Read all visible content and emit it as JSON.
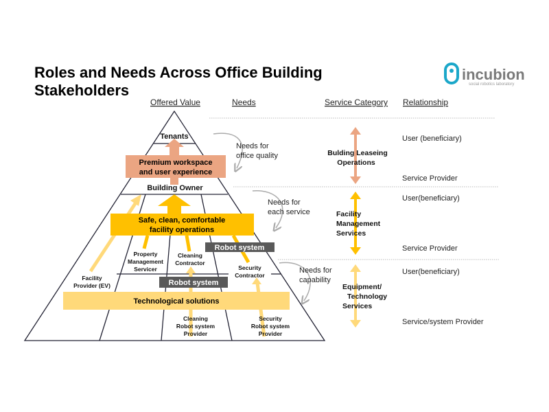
{
  "title": [
    "Roles and Needs Across Office Building",
    "Stakeholders"
  ],
  "logo": {
    "name": "incubion",
    "tagline": "social robotics laboratory"
  },
  "headers": {
    "offered_value": "Offered Value",
    "needs": "Needs",
    "service_category": "Service Category",
    "relationship": "Relationship"
  },
  "pyramid": {
    "tenants": "Tenants",
    "premium": [
      "Premium workspace",
      "and user experience"
    ],
    "building_owner": "Building Owner",
    "safe": [
      "Safe, clean, comfortable",
      "facility operations"
    ],
    "robot_system_top": "Robot system",
    "robot_system_bottom": "Robot system",
    "property": [
      "Property",
      "Management",
      "Servicer"
    ],
    "cleaning_contractor": [
      "Cleaning",
      "Contractor"
    ],
    "security_contractor": [
      "Security",
      "Contractor"
    ],
    "facility_provider": [
      "Facility",
      "Provider (EV)"
    ],
    "tech": "Technological solutions",
    "cleaning_provider": [
      "Cleaning",
      "Robot system",
      "Provider"
    ],
    "security_provider": [
      "Security",
      "Robot system",
      "Provider"
    ]
  },
  "needs": {
    "office_quality": [
      "Needs for",
      "office quality"
    ],
    "each_service": [
      "Needs for",
      "each service"
    ],
    "capability": [
      "Needs for",
      "capability"
    ]
  },
  "categories": [
    {
      "label": [
        "Bulding Leaseing",
        "Operations"
      ],
      "color": "#EBA582",
      "top": "User (beneficiary)",
      "bottom": "Service Provider"
    },
    {
      "label": [
        "Facility",
        "Management",
        "Services"
      ],
      "color": "#FFC000",
      "top": "User(beneficiary)",
      "bottom": "Service Provider"
    },
    {
      "label": [
        "Equipment/",
        "Technology",
        "Services"
      ],
      "color": "#FFD97A",
      "top": "User(beneficiary)",
      "bottom": "Service/system Provider"
    }
  ],
  "colors": {
    "orange": "#EBA582",
    "yellow": "#FFC000",
    "light_yellow": "#FFD97A",
    "dark": "#595959",
    "logo": "#1BA7C9"
  }
}
